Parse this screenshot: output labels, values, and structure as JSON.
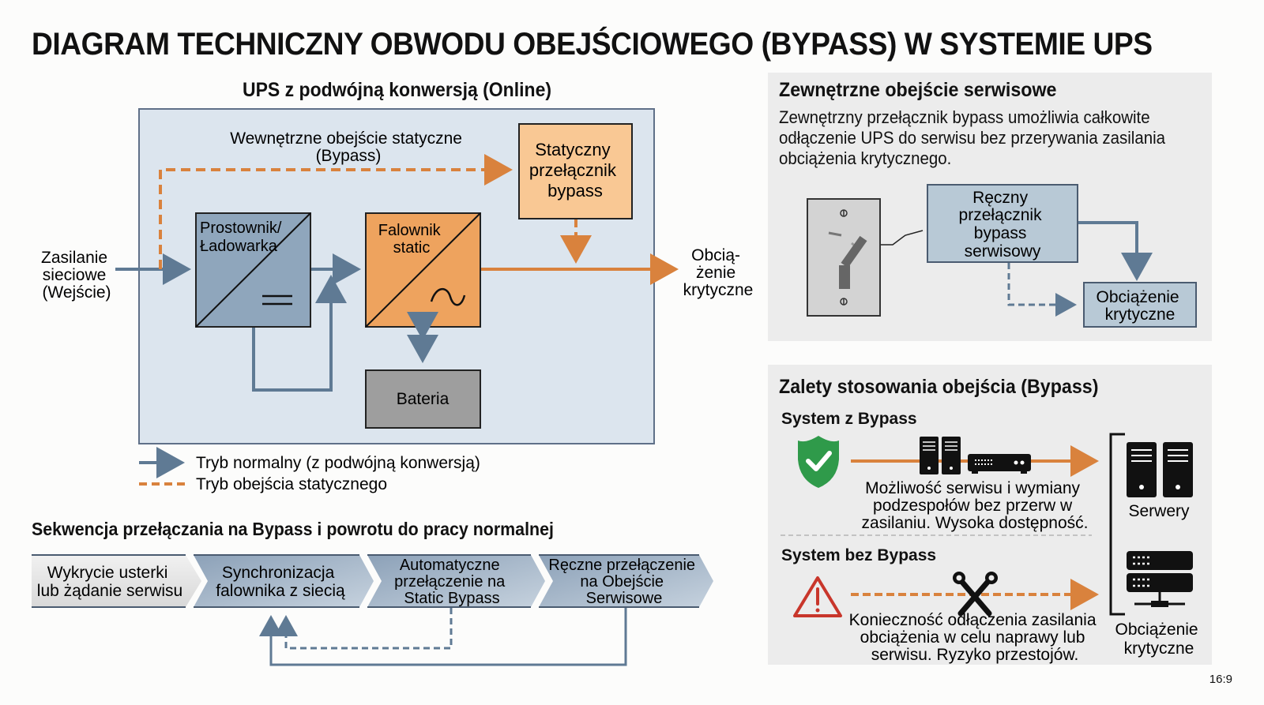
{
  "title": "DIAGRAM TECHNICZNY OBWODU OBEJŚCIOWEGO (BYPASS) W SYSTEMIE UPS",
  "ups_diagram": {
    "title": "UPS z podwójną konwersją (Online)",
    "input_label": [
      "Zasilanie",
      "sieciowe",
      "(Wejście)"
    ],
    "internal_bypass_label": [
      "Wewnętrzne obejście statyczne",
      "(Bypass)"
    ],
    "rectifier_label": [
      "Prostownik/",
      "Ładowarka"
    ],
    "rectifier_symbol": "=",
    "inverter_label": [
      "Falownik",
      "static"
    ],
    "inverter_symbol": "~",
    "static_switch_label": [
      "Statyczny",
      "przełącznik",
      "bypass"
    ],
    "battery_label": "Bateria",
    "output_label": [
      "Obcią-",
      "żenie",
      "krytyczne"
    ],
    "colors": {
      "normal_path": "#5f7a94",
      "bypass_path": "#d9823d",
      "ups_bg": "#dce5ee",
      "rectifier": "#8fa6bc",
      "inverter": "#eea35e",
      "static_switch": "#f9c894",
      "battery": "#9e9e9e"
    }
  },
  "legend": {
    "normal": "Tryb normalny (z podwójną konwersją)",
    "bypass": "Tryb obejścia statycznego"
  },
  "sequence": {
    "title": "Sekwencja przełączania na Bypass i powrotu do pracy normalnej",
    "steps": [
      {
        "lines": [
          "Wykrycie usterki",
          "lub żądanie serwisu"
        ]
      },
      {
        "lines": [
          "Synchronizacja",
          "falownika z siecią"
        ]
      },
      {
        "lines": [
          "Automatyczne",
          "przełączenie na",
          "Static Bypass"
        ]
      },
      {
        "lines": [
          "Ręczne przełączenie",
          "na Obejście",
          "Serwisowe"
        ]
      }
    ]
  },
  "external_bypass": {
    "title": "Zewnętrzne obejście serwisowe",
    "description": [
      "Zewnętrzny przełącznik bypass umożliwia całkowite",
      "odłączenie UPS do serwisu bez przerywania zasilania",
      "obciążenia krytycznego."
    ],
    "manual_switch_label": [
      "Ręczny",
      "przełącznik",
      "bypass",
      "serwisowy"
    ],
    "load_label": [
      "Obciążenie",
      "krytyczne"
    ]
  },
  "advantages": {
    "title": "Zalety stosowania obejścia (Bypass)",
    "with_bypass": {
      "heading": "System z Bypass",
      "text": [
        "Możliwość serwisu i wymiany",
        "podzespołów bez przerw w",
        "zasilaniu. Wysoka dostępność."
      ],
      "icon": "shield-check"
    },
    "without_bypass": {
      "heading": "System bez Bypass",
      "text": [
        "Konieczność odłączenia zasilania",
        "obciążenia w celu naprawy lub",
        "serwisu. Ryzyko przestojów."
      ],
      "icon": "warning-triangle"
    },
    "servers_label": "Serwery",
    "load_label": [
      "Obciążenie",
      "krytyczne"
    ],
    "colors": {
      "ok": "#2f9a4a",
      "warn": "#c8362b",
      "arrow": "#d9823d"
    }
  },
  "aspect_label": "16:9"
}
